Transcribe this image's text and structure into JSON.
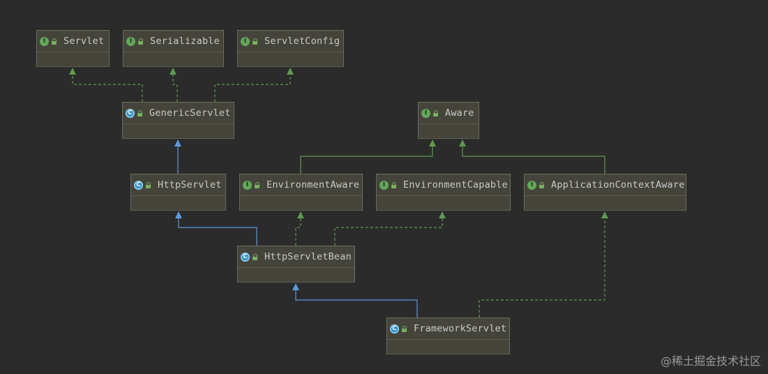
{
  "nodes": [
    {
      "id": "servlet",
      "label": "Servlet",
      "kind": "interface",
      "icon": "interface-icon"
    },
    {
      "id": "serializable",
      "label": "Serializable",
      "kind": "interface",
      "icon": "interface-icon"
    },
    {
      "id": "servletconfig",
      "label": "ServletConfig",
      "kind": "interface",
      "icon": "interface-icon"
    },
    {
      "id": "genericservlet",
      "label": "GenericServlet",
      "kind": "abstract-class",
      "icon": "abstract-class-icon"
    },
    {
      "id": "aware",
      "label": "Aware",
      "kind": "interface",
      "icon": "interface-icon"
    },
    {
      "id": "httpservlet",
      "label": "HttpServlet",
      "kind": "abstract-class",
      "icon": "abstract-class-icon"
    },
    {
      "id": "environmentaware",
      "label": "EnvironmentAware",
      "kind": "interface",
      "icon": "interface-icon"
    },
    {
      "id": "environmentcapable",
      "label": "EnvironmentCapable",
      "kind": "interface",
      "icon": "interface-icon"
    },
    {
      "id": "applicationcontextaware",
      "label": "ApplicationContextAware",
      "kind": "interface",
      "icon": "interface-icon"
    },
    {
      "id": "httpservletbean",
      "label": "HttpServletBean",
      "kind": "abstract-class",
      "icon": "abstract-class-icon"
    },
    {
      "id": "frameworkservlet",
      "label": "FrameworkServlet",
      "kind": "abstract-class",
      "icon": "abstract-class-icon"
    }
  ],
  "edges": [
    {
      "from": "genericservlet",
      "to": "servlet",
      "type": "implements"
    },
    {
      "from": "genericservlet",
      "to": "serializable",
      "type": "implements"
    },
    {
      "from": "genericservlet",
      "to": "servletconfig",
      "type": "implements"
    },
    {
      "from": "httpservlet",
      "to": "genericservlet",
      "type": "extends"
    },
    {
      "from": "environmentaware",
      "to": "aware",
      "type": "extends-interface"
    },
    {
      "from": "applicationcontextaware",
      "to": "aware",
      "type": "extends-interface"
    },
    {
      "from": "httpservletbean",
      "to": "httpservlet",
      "type": "extends"
    },
    {
      "from": "httpservletbean",
      "to": "environmentaware",
      "type": "implements"
    },
    {
      "from": "httpservletbean",
      "to": "environmentcapable",
      "type": "implements"
    },
    {
      "from": "frameworkservlet",
      "to": "httpservletbean",
      "type": "extends"
    },
    {
      "from": "frameworkservlet",
      "to": "applicationcontextaware",
      "type": "implements"
    }
  ],
  "colors": {
    "background": "#2b2b2b",
    "node_fill": "#45443b",
    "extends": "#5b9bde",
    "implements": "#5e9a4f",
    "interface_badge": "#62a85a",
    "class_badge": "#3d94c4"
  },
  "watermark": "@稀土掘金技术社区"
}
